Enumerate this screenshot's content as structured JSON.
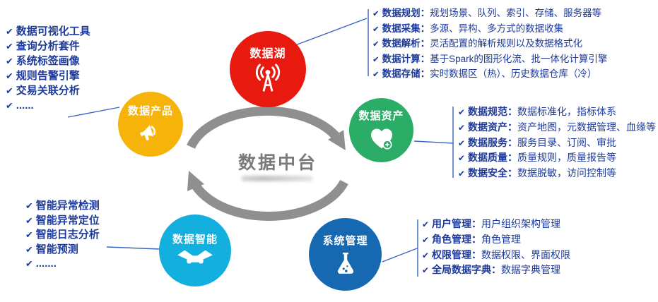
{
  "glyphs": {
    "check": "✔"
  },
  "center": {
    "title": "数据中台"
  },
  "nodes": {
    "lake": {
      "label": "数据湖"
    },
    "product": {
      "label": "数据产品"
    },
    "asset": {
      "label": "数据资产"
    },
    "intelligence": {
      "label": "数据智能"
    },
    "system": {
      "label": "系统管理"
    }
  },
  "colors": {
    "lake": "#e8190e",
    "product": "#f6b40a",
    "asset": "#2bad67",
    "intelligence": "#12afdf",
    "system": "#1668b1",
    "list_text": "#1d3a9b",
    "connector": "#3a64c2",
    "cycle_gray": "#8f8f8f",
    "center_title": "#7a7a7a"
  },
  "lists": {
    "product": {
      "items": [
        {
          "text": "数据可视化工具"
        },
        {
          "text": "查询分析套件"
        },
        {
          "text": "系统标签画像"
        },
        {
          "text": "规则告警引擎"
        },
        {
          "text": "交易关联分析"
        },
        {
          "text": "......"
        }
      ]
    },
    "lake": {
      "items": [
        {
          "term": "数据规划：",
          "desc": "规划场景、队列、索引、存储、服务器等"
        },
        {
          "term": "数据采集：",
          "desc": "多源、异构、多方式的数据收集"
        },
        {
          "term": "数据解析：",
          "desc": "灵活配置的解析规则以及数据格式化"
        },
        {
          "term": "数据计算：",
          "desc": "基于Spark的图形化流、批一体化计算引擎"
        },
        {
          "term": "数据存储：",
          "desc": "实时数据区（热）、历史数据仓库（冷）"
        }
      ]
    },
    "asset": {
      "items": [
        {
          "term": "数据规范：",
          "desc": "数据标准化，指标体系"
        },
        {
          "term": "数据资产：",
          "desc": "资产地图，元数据管理、血缘等"
        },
        {
          "term": "数据服务：",
          "desc": "服务目录、订阅、审批"
        },
        {
          "term": "数据质量：",
          "desc": "质量规则，质量报告等"
        },
        {
          "term": "数据安全：",
          "desc": "数据脱敏，访问控制等"
        }
      ]
    },
    "intelligence": {
      "items": [
        {
          "text": "智能异常检测"
        },
        {
          "text": "智能异常定位"
        },
        {
          "text": "智能日志分析"
        },
        {
          "text": "智能预测"
        },
        {
          "text": "......."
        }
      ]
    },
    "system": {
      "items": [
        {
          "term": "用户管理：",
          "desc": "用户组织架构管理"
        },
        {
          "term": "角色管理：",
          "desc": "角色管理"
        },
        {
          "term": "权限管理：",
          "desc": "数据权限、界面权限"
        },
        {
          "term": "全局数据字典：",
          "desc": "数据字典管理"
        }
      ]
    }
  }
}
